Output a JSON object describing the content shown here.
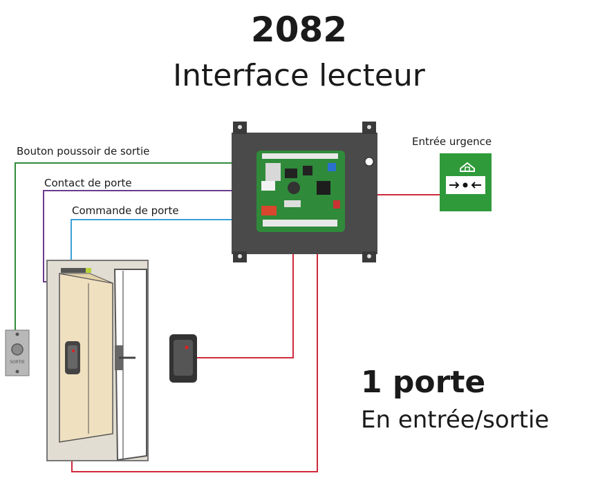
{
  "header": {
    "model": "2082",
    "subtitle": "Interface lecteur"
  },
  "labels": {
    "exit_button": "Bouton poussoir de sortie",
    "door_contact": "Contact de porte",
    "door_command": "Commande de porte",
    "emergency_input": "Entrée urgence"
  },
  "footer": {
    "doors": "1 porte",
    "mode": "En entrée/sortie"
  },
  "exit_button_plate_text": "SORTIE",
  "colors": {
    "exit_button_wire": "#2e8b3a",
    "door_contact_wire": "#6a3a8c",
    "door_command_wire": "#3aa0d8",
    "reader_wire": "#d0283a",
    "emergency_wire": "#d0283a",
    "emergency_box": "#2e9a3a",
    "controller_box": "#4a4a4a",
    "pcb": "#2f8a3a",
    "door_frame": "#e2ddd2",
    "door_leaf": "#efe0c0"
  }
}
